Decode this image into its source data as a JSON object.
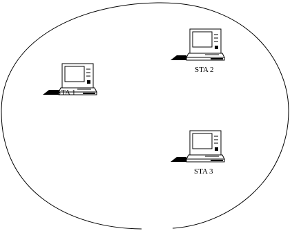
{
  "stations": [
    {
      "label": "STA 1",
      "icon": "laptop-icon"
    },
    {
      "label": "STA 2",
      "icon": "laptop-icon"
    },
    {
      "label": "STA 3",
      "icon": "laptop-icon"
    }
  ],
  "colors": {
    "line": "#000000",
    "background": "#ffffff"
  }
}
